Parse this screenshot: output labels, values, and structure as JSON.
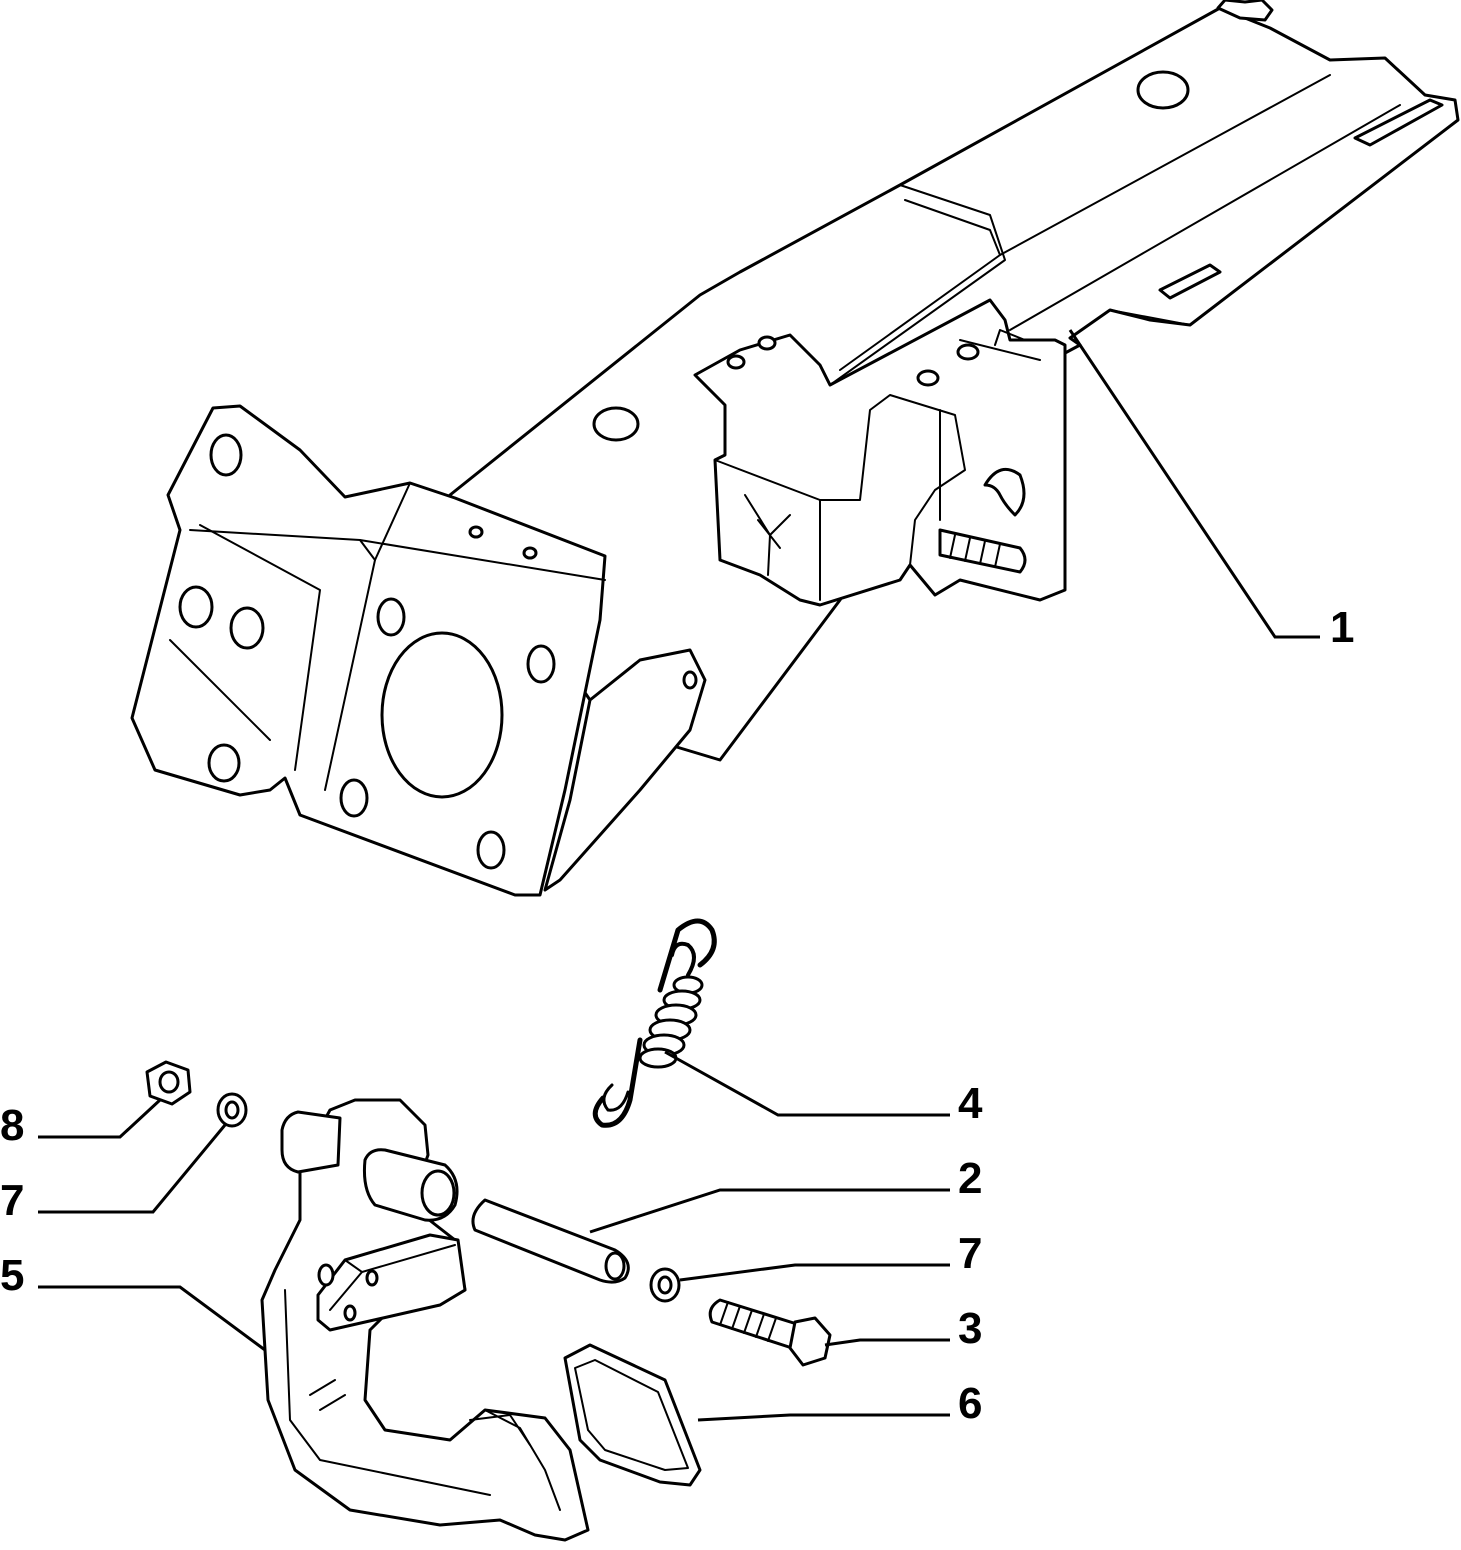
{
  "callouts": [
    {
      "id": "part-1",
      "label": "1"
    },
    {
      "id": "part-4",
      "label": "4"
    },
    {
      "id": "part-2",
      "label": "2"
    },
    {
      "id": "part-7b",
      "label": "7"
    },
    {
      "id": "part-3",
      "label": "3"
    },
    {
      "id": "part-6",
      "label": "6"
    },
    {
      "id": "part-8",
      "label": "8"
    },
    {
      "id": "part-7a",
      "label": "7"
    },
    {
      "id": "part-5",
      "label": "5"
    }
  ]
}
